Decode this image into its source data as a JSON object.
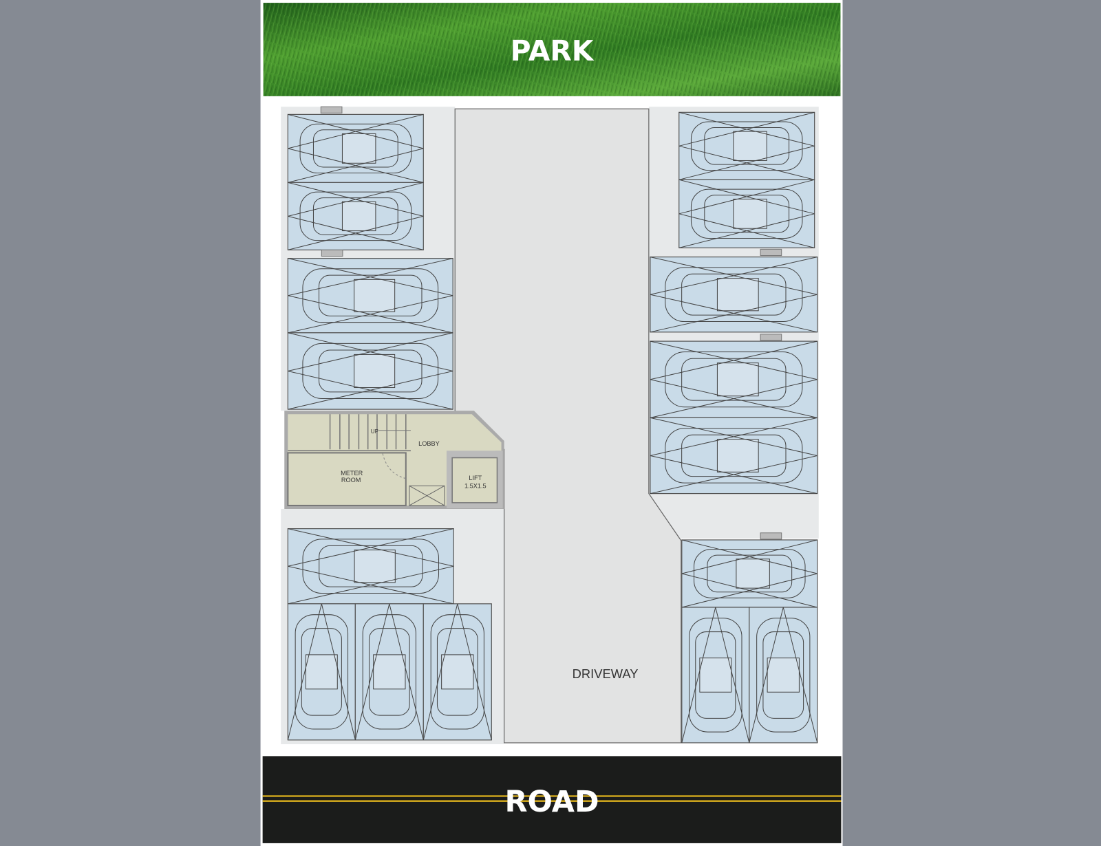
{
  "labels": {
    "park": "PARK",
    "road": "ROAD",
    "driveway": "DRIVEWAY",
    "lobby": "LOBBY",
    "up": "UP",
    "meter_room_line1": "METER",
    "meter_room_line2": "ROOM",
    "lift": "LIFT",
    "lift_size": "1.5X1.5"
  },
  "colors": {
    "background": "#858a93",
    "spot": "#c9dbe8",
    "driveway": "#e2e3e3",
    "lobby": "#d9d9c2",
    "road": "#1b1c1b",
    "road_line": "#c9a21d",
    "grass": "#3f8f2c"
  }
}
